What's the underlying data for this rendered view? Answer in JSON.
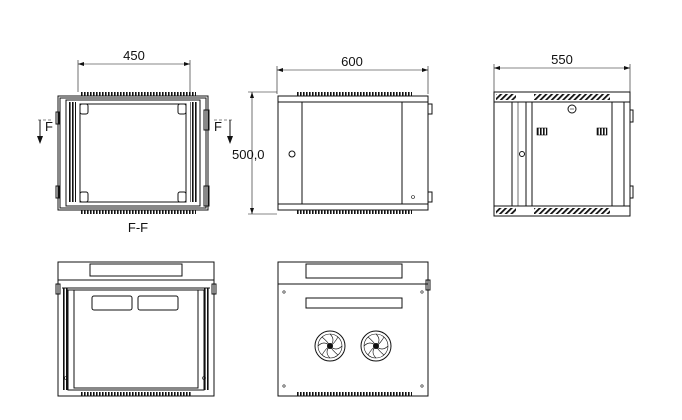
{
  "front_section": {
    "width_dim": "450",
    "section_label": "F-F",
    "marker_left": "F",
    "marker_right": "F"
  },
  "side_view": {
    "width_dim": "600",
    "height_dim": "500,0"
  },
  "top_view": {
    "width_dim": "550"
  }
}
